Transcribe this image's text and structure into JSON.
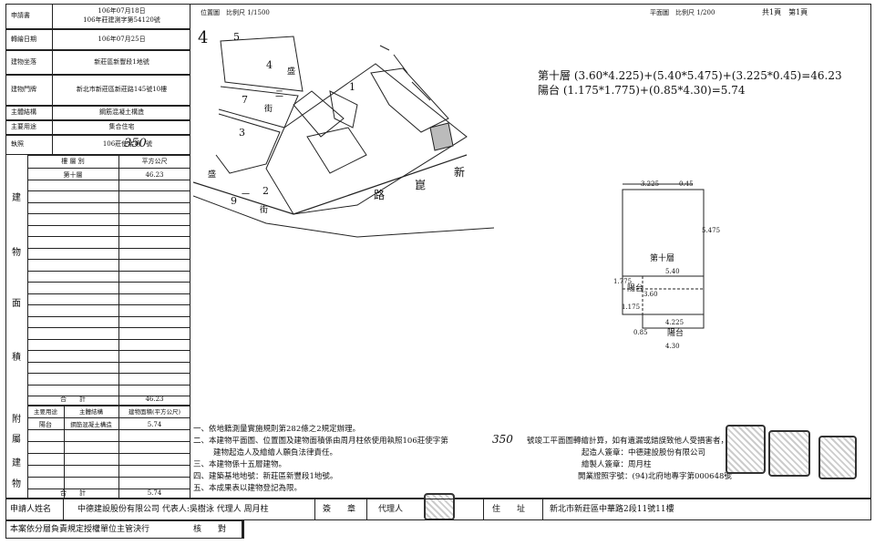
{
  "left_info": {
    "rows": [
      {
        "label": "申請書",
        "value": "106年07月18日\n106年莊建測字第54120號"
      },
      {
        "label": "轉繪日期",
        "value": "106年07月25日"
      },
      {
        "label": "建物坐落",
        "value": "新莊區新豐段1地號"
      },
      {
        "label": "建物門牌",
        "value": "新北市新莊區新莊路145號10樓"
      },
      {
        "label": "主體結構",
        "value": "鋼筋混凝土構造"
      },
      {
        "label": "主要用途",
        "value": "集合住宅"
      },
      {
        "label": "執照",
        "value": "106莊使字第"
      }
    ],
    "license_handwritten": "350",
    "license_suffix": "號"
  },
  "area_table": {
    "side_label": [
      "建",
      "物",
      "面",
      "積"
    ],
    "header_floor": "樓 層 別",
    "header_area": "平方公尺",
    "rows": [
      {
        "floor": "第十層",
        "area": "46.23"
      }
    ],
    "total_label": "合　　計",
    "total": "46.23"
  },
  "attached_table": {
    "side_label": [
      "附",
      "屬",
      "建",
      "物"
    ],
    "headers": [
      "主要用途",
      "主體結構",
      "建物面積(平方公尺)"
    ],
    "rows": [
      {
        "use": "陽台",
        "structure": "鋼筋混凝土構造",
        "area": "5.74"
      }
    ],
    "total_label": "合　　計",
    "total": "5.74"
  },
  "location_map": {
    "title": "位置圖　比例尺 1/1500",
    "north": "4",
    "lots": [
      "5",
      "4",
      "7",
      "3",
      "2",
      "9",
      "1"
    ],
    "streets": [
      "盛",
      "二",
      "街",
      "盛",
      "一",
      "街",
      "路",
      "崑",
      "新"
    ]
  },
  "floor_plan": {
    "title": "平面圖　比例尺 1/200",
    "page": "共1頁　第1頁",
    "formula1": "第十層 (3.60*4.225)+(5.40*5.475)+(3.225*0.45)=46.23",
    "formula2": "陽台 (1.175*1.775)+(0.85*4.30)=5.74",
    "label_floor": "第十層",
    "label_balcony1": "陽台",
    "label_balcony2": "陽台",
    "dims": {
      "top": "3.225",
      "top_right": "0.45",
      "right": "5.475",
      "mid": "5.40",
      "left1": "1.775",
      "left2": "3.60",
      "left3": "1.175",
      "bot1": "4.225",
      "bot2": "0.85",
      "bot3": "4.30"
    }
  },
  "notes": [
    "一、依地籍測量實施規則第282條之2規定辦理。",
    "二、本建物平面圖、位置圖及建物面積係由周月柱依使用執照106莊使字第",
    "建物起造人及繪繪人願負法律責任。",
    "三、本建物係十五層建物。",
    "四、建築基地地號：新莊區新豐段1地號。",
    "五、本成果表以建物登記為限。"
  ],
  "notes_handwritten": "350",
  "notes_cont": "號竣工平面圖轉繪計算，如有遺漏或錯誤致他人受損害者，",
  "signers": [
    "起造人簽章：中德建設股份有限公司",
    "繪製人簽章：周月柱",
    "開業證照字號：(94)北府地專字第000648號"
  ],
  "footer": {
    "applicant_label": "申請人姓名",
    "applicant": "中德建設股份有限公司 代表人:吳樹泳 代理人 周月柱",
    "seal_label": "簽　　章",
    "agent_label": "代理人",
    "addr_label": "住　　址",
    "addr": "新北市新莊區中華路2段11號11樓",
    "bottom_note": "本案依分層負責規定授權單位主管決行",
    "check": "核　　對"
  }
}
